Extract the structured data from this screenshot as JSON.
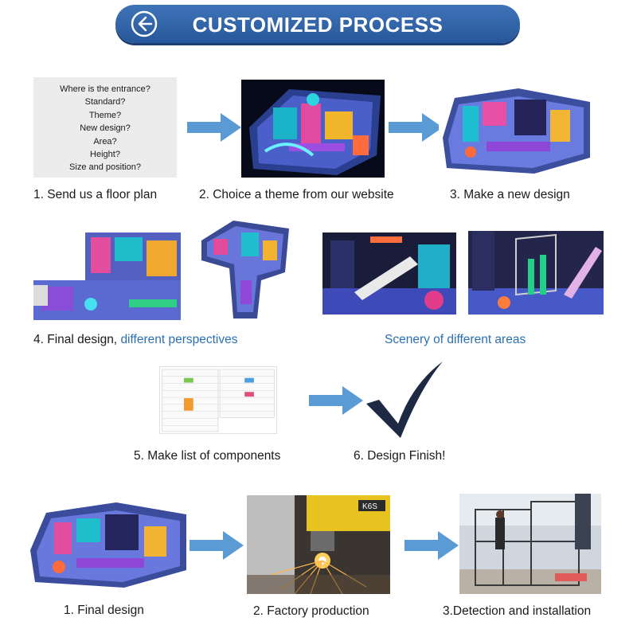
{
  "header": {
    "title": "CUSTOMIZED PROCESS",
    "back_icon": "back-arrow-icon"
  },
  "floor_plan_questions": [
    "Where is the entrance?",
    "Standard?",
    "Theme?",
    "New design?",
    "Area?",
    "Height?",
    "Size and position?"
  ],
  "design_steps": [
    {
      "text": "1. Send us a floor plan"
    },
    {
      "text": "2. Choice a theme from our website"
    },
    {
      "text": "3. Make a new design"
    },
    {
      "text": "4. Final design,",
      "highlight": "different perspectives"
    },
    {
      "text": "Scenery of different areas"
    },
    {
      "text": "5. Make list of components"
    },
    {
      "text": "6. Design Finish!"
    }
  ],
  "production_steps": [
    {
      "text": "1. Final design"
    },
    {
      "text": "2. Factory production"
    },
    {
      "text": "3.Detection and installation"
    }
  ],
  "machine_label": "K6S",
  "colors": {
    "banner": "#2f62a8",
    "arrow": "#5b9bd5",
    "highlight": "#2c6fb0",
    "checkmark": "#1e2a44"
  }
}
